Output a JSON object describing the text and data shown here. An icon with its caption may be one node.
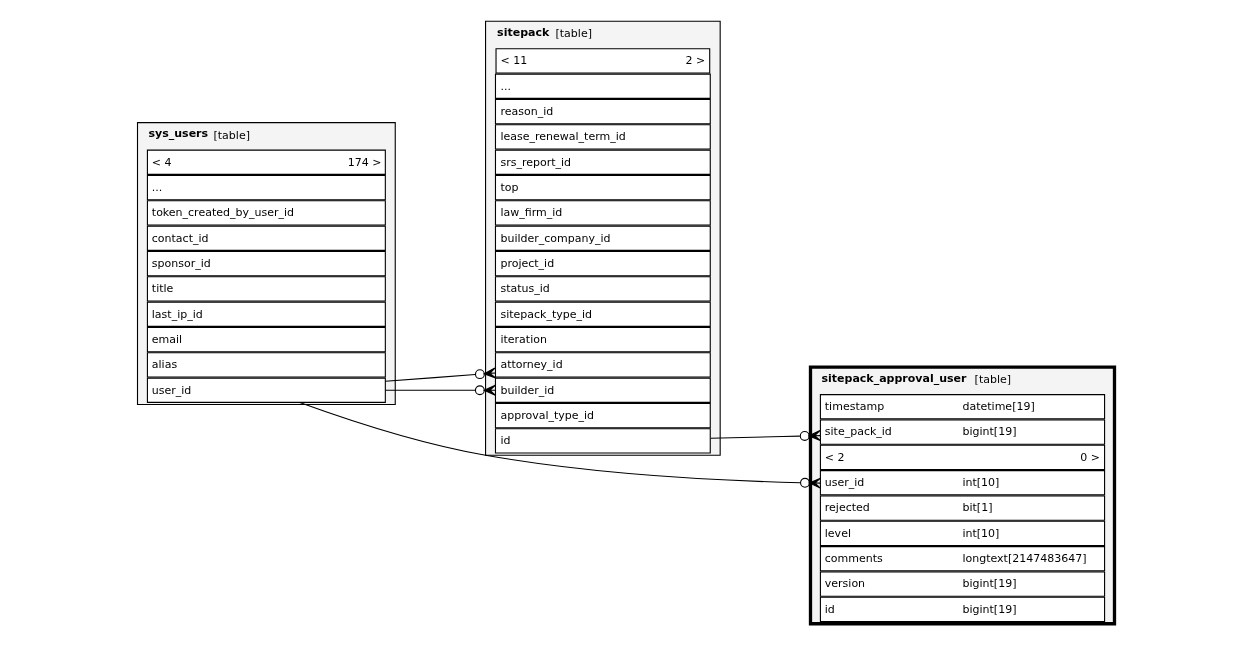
{
  "diagram": {
    "nodes": [
      {
        "text": [
          "sys_users",
          "[table]"
        ]
      },
      {
        "text": [
          "user_id"
        ],
        "in": 0
      },
      {
        "text": [
          "alias"
        ],
        "in": 0
      },
      {
        "text": [
          "email"
        ],
        "in": 0
      },
      {
        "text": [
          "last_ip_id"
        ],
        "in": 0
      },
      {
        "text": [
          "title"
        ],
        "in": 0
      },
      {
        "text": [
          "sponsor_id"
        ],
        "in": 0
      },
      {
        "text": [
          "contact_id"
        ],
        "in": 0
      },
      {
        "text": [
          "token_created_by_user_id"
        ],
        "in": 0
      },
      {
        "text": [
          "..."
        ],
        "in": 0
      },
      {
        "text": [
          "< 4",
          "174 >"
        ],
        "in": 0
      },
      {
        "text": [
          "sitepack",
          "[table]"
        ]
      },
      {
        "text": [
          "id"
        ],
        "in": 11
      },
      {
        "text": [
          "approval_type_id"
        ],
        "in": 11
      },
      {
        "text": [
          "attorney_id"
        ],
        "in": 11
      },
      {
        "text": [
          "builder_id"
        ],
        "in": 11
      },
      {
        "text": [
          "iteration"
        ],
        "in": 11
      },
      {
        "text": [
          "sitepack_type_id"
        ],
        "in": 11
      },
      {
        "text": [
          "status_id"
        ],
        "in": 11
      },
      {
        "text": [
          "project_id"
        ],
        "in": 11
      },
      {
        "text": [
          "builder_company_id"
        ],
        "in": 11
      },
      {
        "text": [
          "law_firm_id"
        ],
        "in": 11
      },
      {
        "text": [
          "top"
        ],
        "in": 11
      },
      {
        "text": [
          "srs_report_id"
        ],
        "in": 11
      },
      {
        "text": [
          "lease_renewal_term_id"
        ],
        "in": 11
      },
      {
        "text": [
          "reason_id"
        ],
        "in": 11
      },
      {
        "text": [
          "..."
        ],
        "in": 11
      },
      {
        "text": [
          "< 11",
          "2 >"
        ],
        "in": 11
      },
      {
        "text": [
          "sitepack_approval_user",
          "[table]"
        ]
      },
      {
        "text": [
          "id",
          "bigint[19]"
        ],
        "in": 28
      },
      {
        "text": [
          "version",
          "bigint[19]"
        ],
        "in": 28
      },
      {
        "text": [
          "comments",
          "longtext[2147483647]"
        ],
        "in": 28
      },
      {
        "text": [
          "level",
          "int[10]"
        ],
        "in": 28
      },
      {
        "text": [
          "rejected",
          "bit[1]"
        ],
        "in": 28
      },
      {
        "text": [
          "site_pack_id",
          "bigint[19]"
        ],
        "in": 28
      },
      {
        "text": [
          "timestamp",
          "datetime[19]"
        ],
        "in": 28
      },
      {
        "text": [
          "user_id",
          "int[10]"
        ],
        "in": 28
      },
      {
        "text": [
          "< 2",
          "0 >"
        ],
        "in": 28
      }
    ],
    "edges": [
      {
        "from": 1,
        "to": 14,
        "arrow": "other"
      },
      {
        "from": 1,
        "to": 15,
        "arrow": "other"
      },
      {
        "from": 12,
        "to": 34,
        "arrow": "other"
      },
      {
        "from": 1,
        "to": 36,
        "arrow": "other"
      }
    ]
  }
}
